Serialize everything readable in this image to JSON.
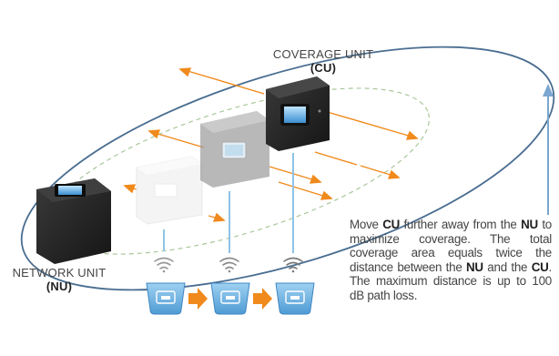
{
  "labels": {
    "coverage_unit": "COVERAGE UNIT",
    "coverage_unit_abbr": "(CU)",
    "network_unit": "NETWORK UNIT",
    "network_unit_abbr": "(NU)"
  },
  "description": {
    "part1": "Move ",
    "cu1": "CU",
    "part2": " further away from the ",
    "nu1": "NU",
    "part3": " to maximize coverage. The total coverage area equals twice the distance between the ",
    "nu2": "NU",
    "part4": " and the ",
    "cu2": "CU",
    "part5": ". The maximum distance is up to 100 dB path loss."
  },
  "colors": {
    "ellipse": "#4a6e91",
    "arrow": "#f08a1c",
    "dashed": "#9fc08a",
    "link": "#8ec3e6",
    "router_body": "#2b2b2b",
    "signal_box": "#5ea8dc"
  },
  "icons": [
    "wifi-icon",
    "router-icon",
    "arrow-right-icon"
  ]
}
